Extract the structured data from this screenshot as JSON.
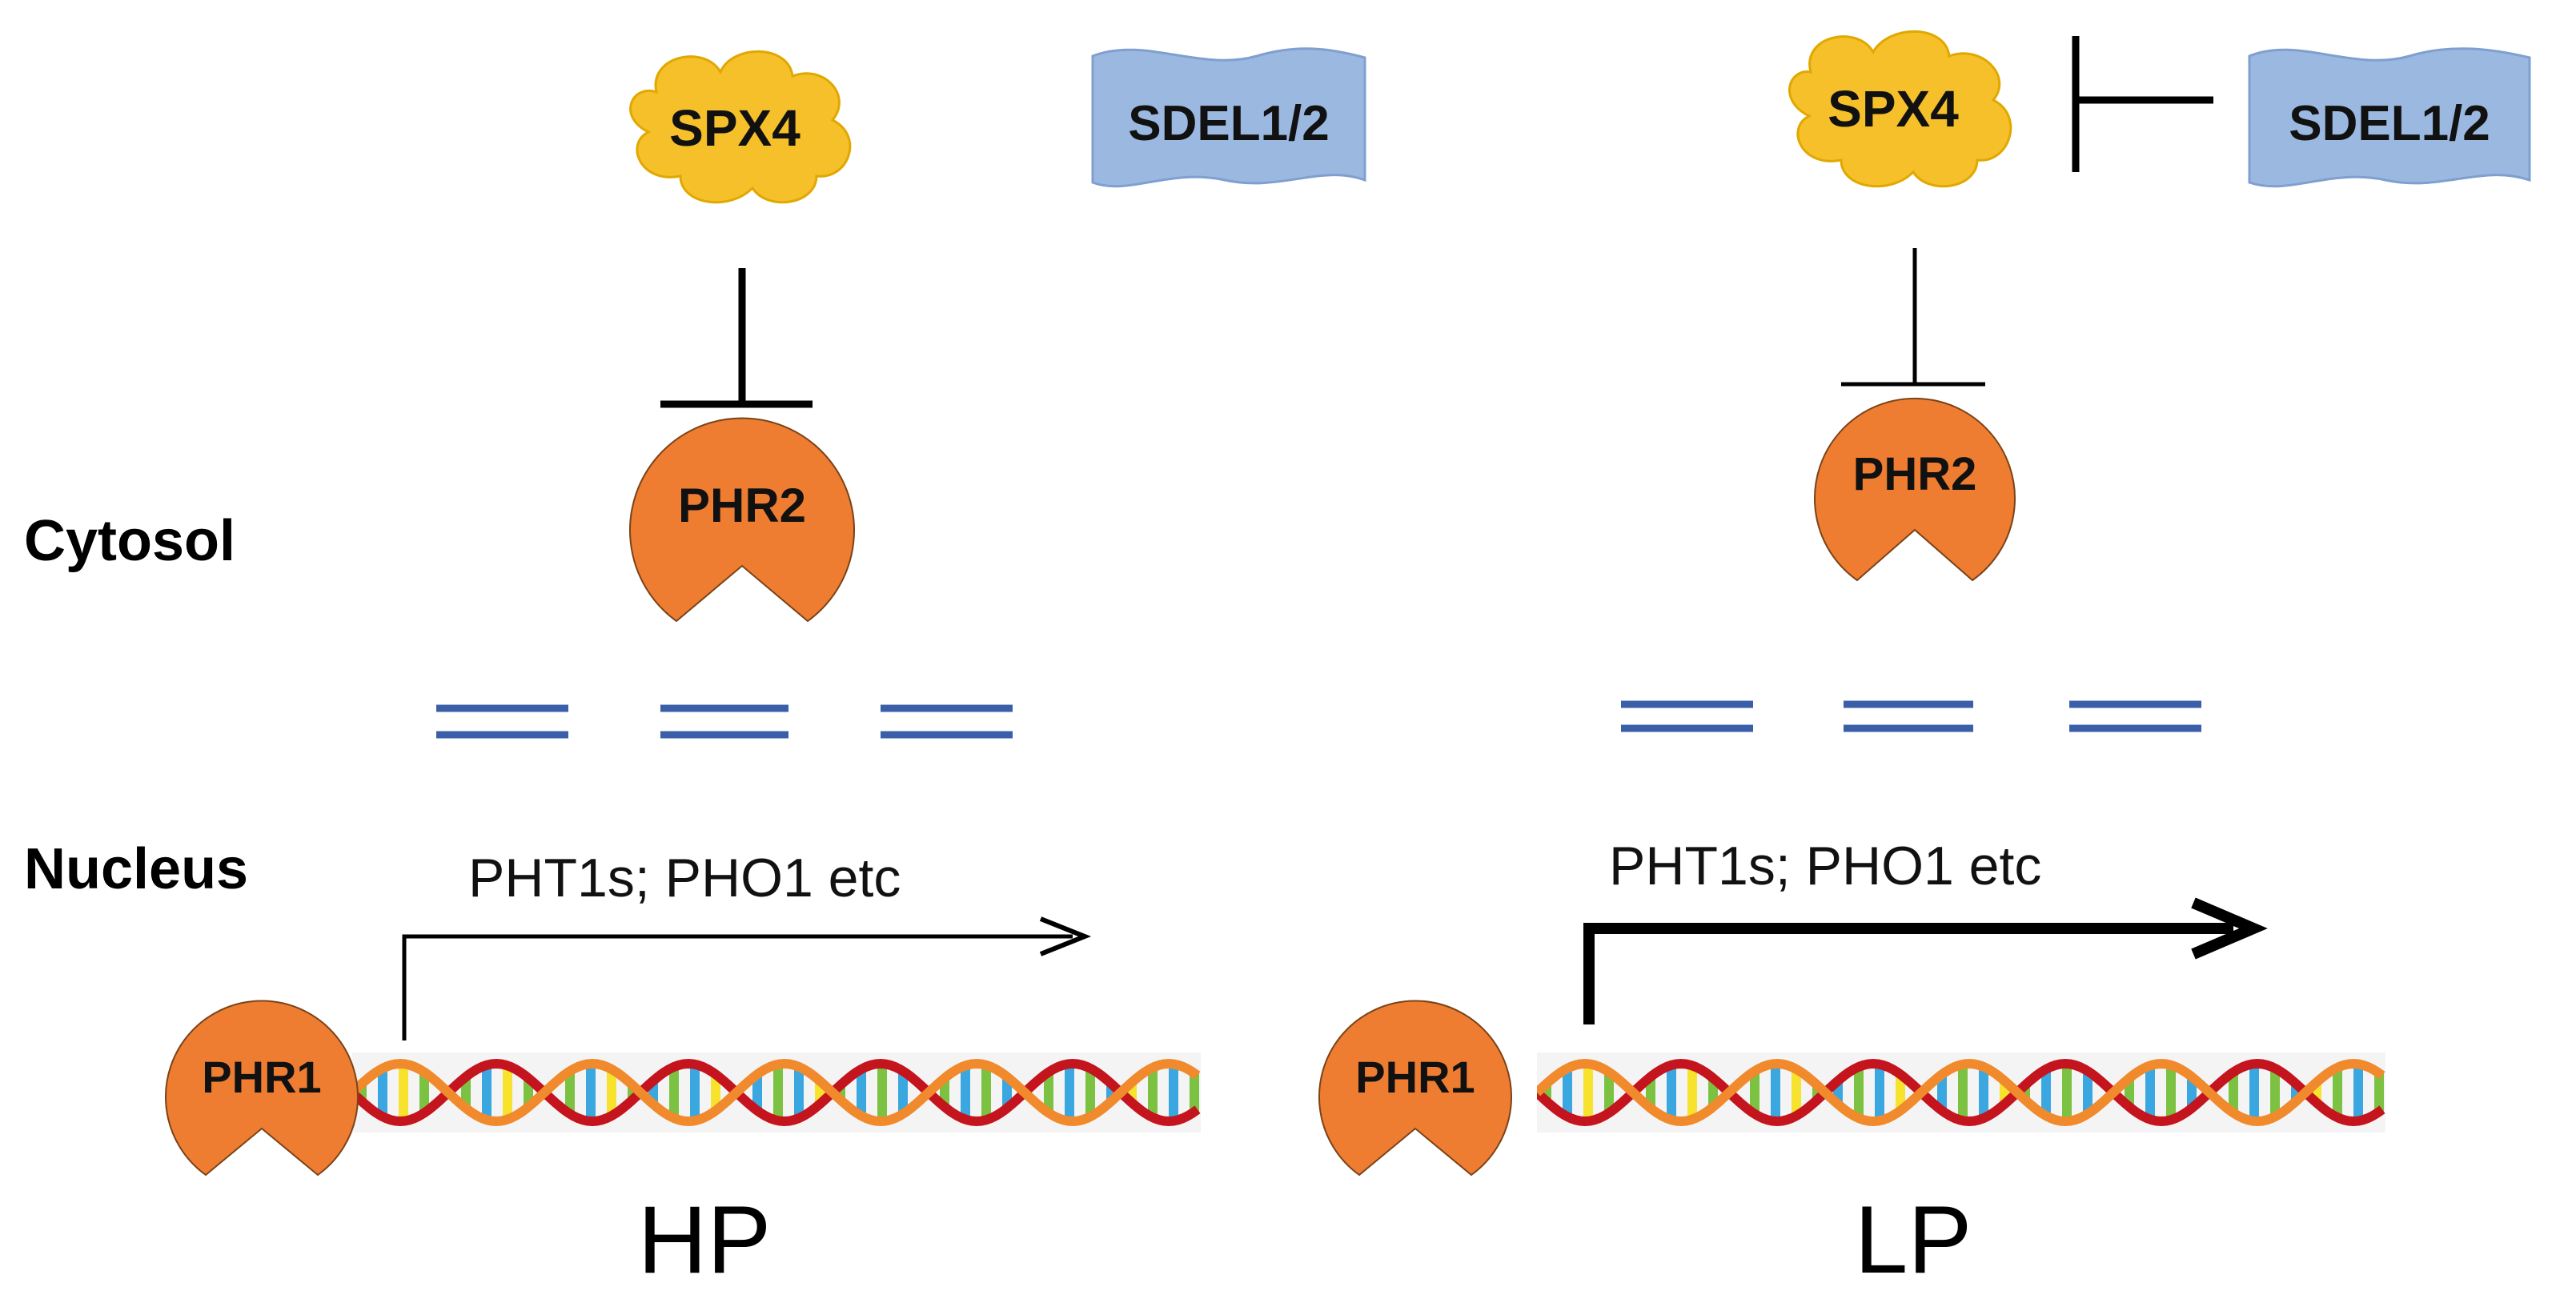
{
  "compartments": {
    "cytosol": "Cytosol",
    "nucleus": "Nucleus"
  },
  "panels": [
    {
      "id": "hp",
      "condition_label": "HP",
      "spx_label": "SPX4",
      "sdel_label": "SDEL1/2",
      "phr2_label": "PHR2",
      "phr1_label": "PHR1",
      "target_genes": "PHT1s; PHO1 etc",
      "sdel_inhibits_spx": false,
      "transcription_strength": "weak"
    },
    {
      "id": "lp",
      "condition_label": "LP",
      "spx_label": "SPX4",
      "sdel_label": "SDEL1/2",
      "phr2_label": "PHR2",
      "phr1_label": "PHR1",
      "target_genes": "PHT1s; PHO1 etc",
      "sdel_inhibits_spx": true,
      "transcription_strength": "strong"
    }
  ],
  "colors": {
    "spx": "#f5c02a",
    "spx_stroke": "#d9a100",
    "sdel": "#9bb8e0",
    "sdel_stroke": "#7f9fcf",
    "phr": "#ee7d32",
    "phr_stroke": "#8a4a1c",
    "membrane": "#3a5fa8",
    "dna_strand_red": "#c4141e",
    "dna_strand_orange": "#f08a2c",
    "dna_base_green": "#7cc242",
    "dna_base_blue": "#3ba7e0",
    "dna_base_yellow": "#f7e22e"
  }
}
